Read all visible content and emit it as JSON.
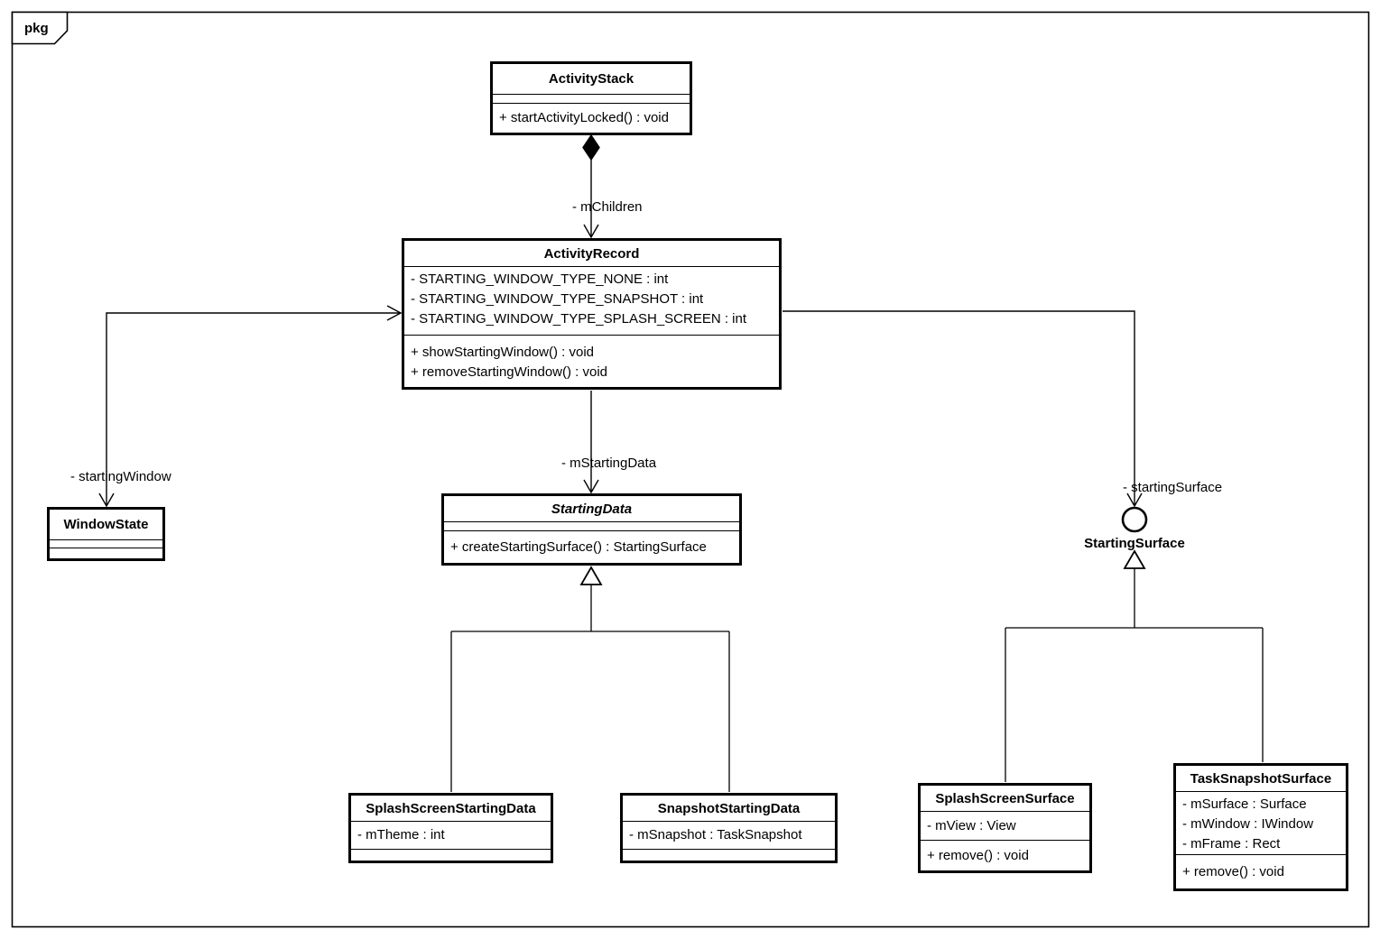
{
  "frame": {
    "tag": "pkg"
  },
  "classes": {
    "activity_stack": {
      "name": "ActivityStack",
      "methods": [
        "+ startActivityLocked() : void"
      ]
    },
    "activity_record": {
      "name": "ActivityRecord",
      "attributes": [
        "- STARTING_WINDOW_TYPE_NONE : int",
        "- STARTING_WINDOW_TYPE_SNAPSHOT : int",
        "- STARTING_WINDOW_TYPE_SPLASH_SCREEN : int"
      ],
      "methods": [
        "+ showStartingWindow() : void",
        "+ removeStartingWindow() : void"
      ]
    },
    "window_state": {
      "name": "WindowState"
    },
    "starting_data": {
      "name": "StartingData",
      "methods": [
        "+ createStartingSurface() : StartingSurface"
      ]
    },
    "splash_screen_starting_data": {
      "name": "SplashScreenStartingData",
      "attributes": [
        "- mTheme : int"
      ]
    },
    "snapshot_starting_data": {
      "name": "SnapshotStartingData",
      "attributes": [
        "- mSnapshot : TaskSnapshot"
      ]
    },
    "starting_surface": {
      "name": "StartingSurface"
    },
    "splash_screen_surface": {
      "name": "SplashScreenSurface",
      "attributes": [
        "- mView : View"
      ],
      "methods": [
        "+ remove() : void"
      ]
    },
    "task_snapshot_surface": {
      "name": "TaskSnapshotSurface",
      "attributes": [
        "- mSurface : Surface",
        "- mWindow : IWindow",
        "- mFrame : Rect"
      ],
      "methods": [
        "+ remove() : void"
      ]
    }
  },
  "edge_labels": {
    "m_children": "- mChildren",
    "starting_window": "- startingWindow",
    "m_starting_data": "- mStartingData",
    "starting_surface": "- startingSurface"
  },
  "colors": {
    "line": "#000000",
    "background": "#ffffff"
  }
}
